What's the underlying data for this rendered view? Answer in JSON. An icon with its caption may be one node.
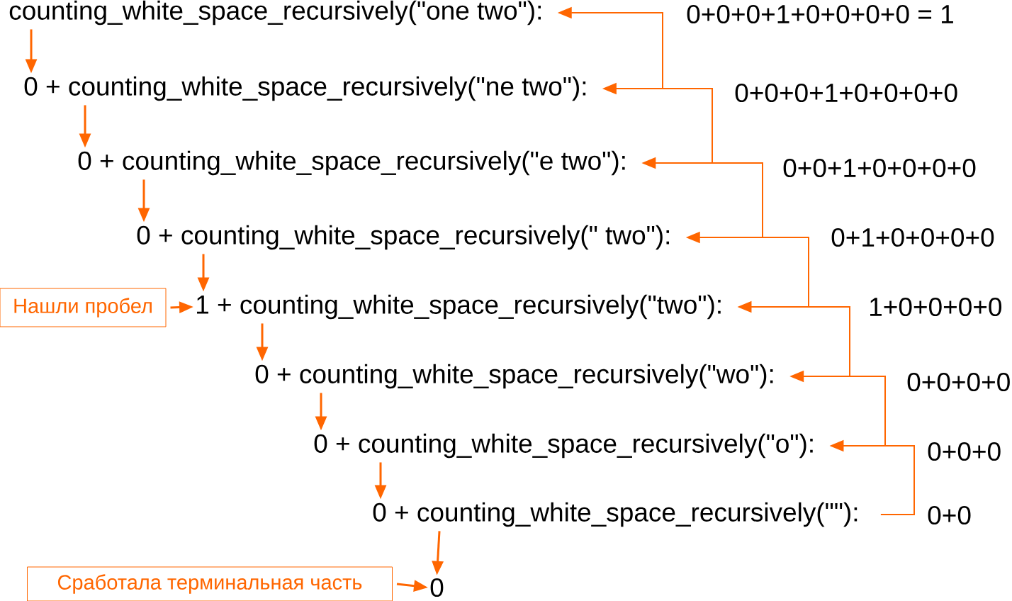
{
  "diagram": {
    "nodes": [
      {
        "text": [
          "counting_white_space_recursively(\"one two\"):"
        ]
      },
      {
        "text": [
          "0 + counting_white_space_recursively(\"ne two\"):"
        ]
      },
      {
        "text": [
          "0 + counting_white_space_recursively(\"e two\"):"
        ]
      },
      {
        "text": [
          "0 + counting_white_space_recursively(\" two\"):"
        ]
      },
      {
        "text": [
          "1 + counting_white_space_recursively(\"two\"):"
        ]
      },
      {
        "text": [
          "0 + counting_white_space_recursively(\"wo\"):"
        ]
      },
      {
        "text": [
          "0 + counting_white_space_recursively(\"o\"):"
        ]
      },
      {
        "text": [
          "0 + counting_white_space_recursively(\"\"):"
        ]
      },
      {
        "text": [
          "0"
        ]
      },
      {
        "text": [
          "Нашли пробел"
        ]
      },
      {
        "text": [
          "Сработала терминальная часть"
        ]
      }
    ],
    "edges": [
      {
        "from": 0,
        "to": 1,
        "arrow": "to"
      },
      {
        "from": 1,
        "to": 2,
        "arrow": "to"
      },
      {
        "from": 2,
        "to": 3,
        "arrow": "to"
      },
      {
        "from": 3,
        "to": 4,
        "arrow": "to"
      },
      {
        "from": 4,
        "to": 5,
        "arrow": "to"
      },
      {
        "from": 5,
        "to": 6,
        "arrow": "to"
      },
      {
        "from": 6,
        "to": 7,
        "arrow": "to"
      },
      {
        "from": 7,
        "to": 8,
        "arrow": "to"
      },
      {
        "from": 9,
        "to": 4,
        "arrow": "to"
      },
      {
        "from": 10,
        "to": 8,
        "arrow": "to"
      },
      {
        "from": 7,
        "to": 6,
        "arrow": "to"
      },
      {
        "from": 6,
        "to": 5,
        "arrow": "to"
      },
      {
        "from": 5,
        "to": 4,
        "arrow": "to"
      },
      {
        "from": 4,
        "to": 3,
        "arrow": "to"
      },
      {
        "from": 3,
        "to": 2,
        "arrow": "to"
      },
      {
        "from": 2,
        "to": 1,
        "arrow": "to"
      },
      {
        "from": 1,
        "to": 0,
        "arrow": "to"
      }
    ],
    "labels": [
      "0+0+0+1+0+0+0+0 = 1",
      "0+0+0+1+0+0+0+0",
      "0+0+1+0+0+0+0",
      "0+1+0+0+0+0",
      "1+0+0+0+0",
      "0+0+0+0",
      "0+0+0",
      "0+0"
    ]
  }
}
